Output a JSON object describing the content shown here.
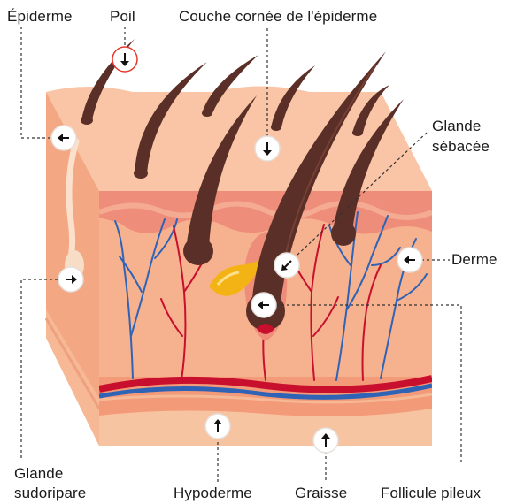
{
  "labels": {
    "epiderme": "Épiderme",
    "poil": "Poil",
    "couche_cornee": "Couche cornée de l'épiderme",
    "glande_sebacee_1": "Glande",
    "glande_sebacee_2": "sébacée",
    "derme": "Derme",
    "glande_sudoripare_1": "Glande",
    "glande_sudoripare_2": "sudoripare",
    "hypoderme": "Hypoderme",
    "graisse": "Graisse",
    "follicule_pileux": "Follicule pileux"
  },
  "colors": {
    "skin_front": "#f6b18f",
    "skin_top": "#f9c5a6",
    "skin_side": "#f3a782",
    "dermis_band": "#ee8d7a",
    "hypodermis": "#f39b78",
    "fat_layer": "#f7c4a2",
    "hair": "#5a2f27",
    "hair_highlight": "#8a4b3c",
    "artery": "#c8102e",
    "vein": "#2f63b5",
    "sebaceous": "#f4b315",
    "marker_ring": "#e4372b",
    "leader_line": "#333333"
  },
  "icons": [
    "arrow-marker-icon"
  ]
}
